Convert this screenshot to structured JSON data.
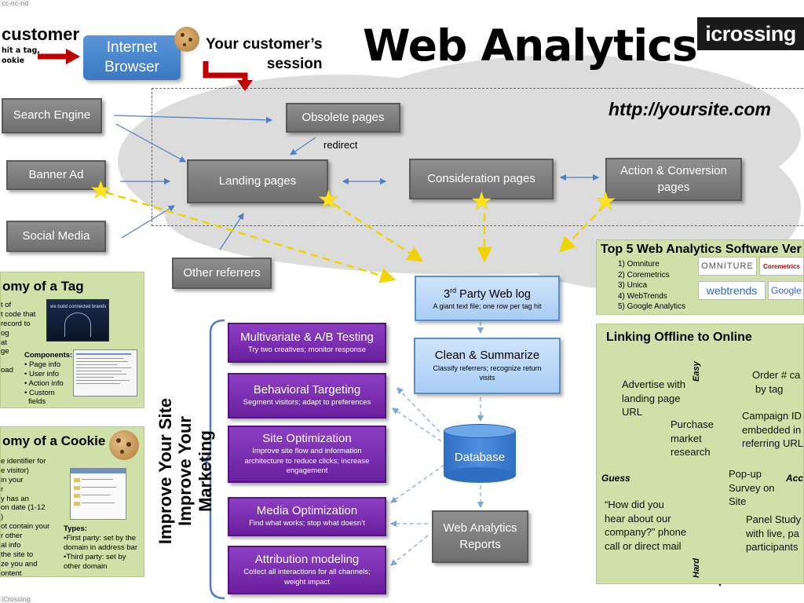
{
  "watermark_top": "cc-nc-nd",
  "watermark_bottom": "iCrossing",
  "title": "Web Analytics",
  "logo_text": "icrossing",
  "site_url": "http://yoursite.com",
  "customer": {
    "title": "customer",
    "sub1": "hit a tag,",
    "sub2": "ookie"
  },
  "browser": {
    "line1": "Internet",
    "line2": "Browser"
  },
  "session": {
    "line1": "Your customer’s",
    "line2": "session"
  },
  "sources": {
    "search_engine": "Search Engine",
    "banner_ad": "Banner Ad",
    "social_media": "Social Media",
    "other_referrers": "Other referrers"
  },
  "pages": {
    "obsolete": "Obsolete pages",
    "redirect": "redirect",
    "landing": "Landing pages",
    "consideration": "Consideration pages",
    "action_line1": "Action & Conversion",
    "action_line2": "pages"
  },
  "pipeline": {
    "weblog_title_pre": "3",
    "weblog_title_sup": "rd",
    "weblog_title_post": " Party Web log",
    "weblog_sub": "A giant text file; one row per tag hit",
    "clean_title": "Clean & Summarize",
    "clean_sub": "Classify referrers; recognize return visits",
    "database": "Database",
    "reports_line1": "Web Analytics",
    "reports_line2": "Reports"
  },
  "improve": {
    "line1": "Improve Your Site",
    "line2": "Improve Your Marketing"
  },
  "marketing": [
    {
      "title": "Multivariate & A/B Testing",
      "sub": "Try two creatives; monitor response"
    },
    {
      "title": "Behavioral Targeting",
      "sub": "Segment visitors; adapt to preferences"
    },
    {
      "title": "Site Optimization",
      "sub": "Improve site flow and information architecture to reduce clicks; increase engagement"
    },
    {
      "title": "Media Optimization",
      "sub": "Find what works; stop what doesn’t"
    },
    {
      "title": "Attribution modeling",
      "sub": "Collect all interactions for all channels; weight impact"
    }
  ],
  "tag_panel": {
    "title": "omy of a Tag",
    "left_lines": [
      "t of",
      "t code that",
      "record to",
      "og",
      "at",
      "ge",
      "",
      "oad"
    ],
    "screenshot_text": "we build connected brands",
    "components_label": "Components:",
    "components": [
      "• Page info",
      "• User info",
      "• Action info",
      "• Custom",
      "fields"
    ]
  },
  "cookie_panel": {
    "title": "omy of a Cookie",
    "left_lines": [
      "e identifier for",
      "e visitor)",
      " in your",
      "r",
      "y has an",
      "on date (1-12",
      ")",
      "ot contain your",
      "r other",
      "al info",
      " the site to",
      "ze you and",
      "ontent"
    ],
    "types_label": "Types:",
    "types": [
      "•First party: set by the",
      "domain in address bar",
      "•Third party: set by",
      "other domain"
    ]
  },
  "vendors": {
    "title": "Top 5 Web Analytics Software Ver",
    "list": [
      "1)   Omniture",
      "2)   Coremetrics",
      "3)   Unica",
      "4)   WebTrends",
      "5)   Google Analytics"
    ],
    "logos": {
      "omniture": "OMNITURE",
      "coremetrics": "Coremetrics",
      "webtrends": "webtrends",
      "google": "Google A"
    }
  },
  "offline": {
    "title": "Linking Offline to Online",
    "axis_easy": "Easy",
    "axis_hard": "Hard",
    "axis_guess": "Guess",
    "axis_accurate": "Acc",
    "items": {
      "advertise": [
        "Advertise with",
        "landing page",
        "URL"
      ],
      "order": [
        "Order # ca",
        "by tag"
      ],
      "purchase": [
        "Purchase",
        "market",
        "research"
      ],
      "campaign": [
        "Campaign ID",
        "embedded in",
        "referring URL"
      ],
      "popup": [
        "Pop-up",
        "Survey on",
        "Site"
      ],
      "howdid": [
        "“How did you",
        "hear about our",
        "company?” phone",
        "call or direct mail"
      ],
      "panel": [
        "Panel Study",
        "with live, pa",
        "participants"
      ]
    }
  },
  "colors": {
    "gray_box": "#7f7f7f",
    "purple_box": "#7a2fb0",
    "blue_box": "#b9d6f7",
    "green_panel": "#cfe0a8",
    "arrow_red": "#c00000",
    "arrow_yellow": "#ffe21a",
    "arrow_blue": "#5b8fc9"
  }
}
